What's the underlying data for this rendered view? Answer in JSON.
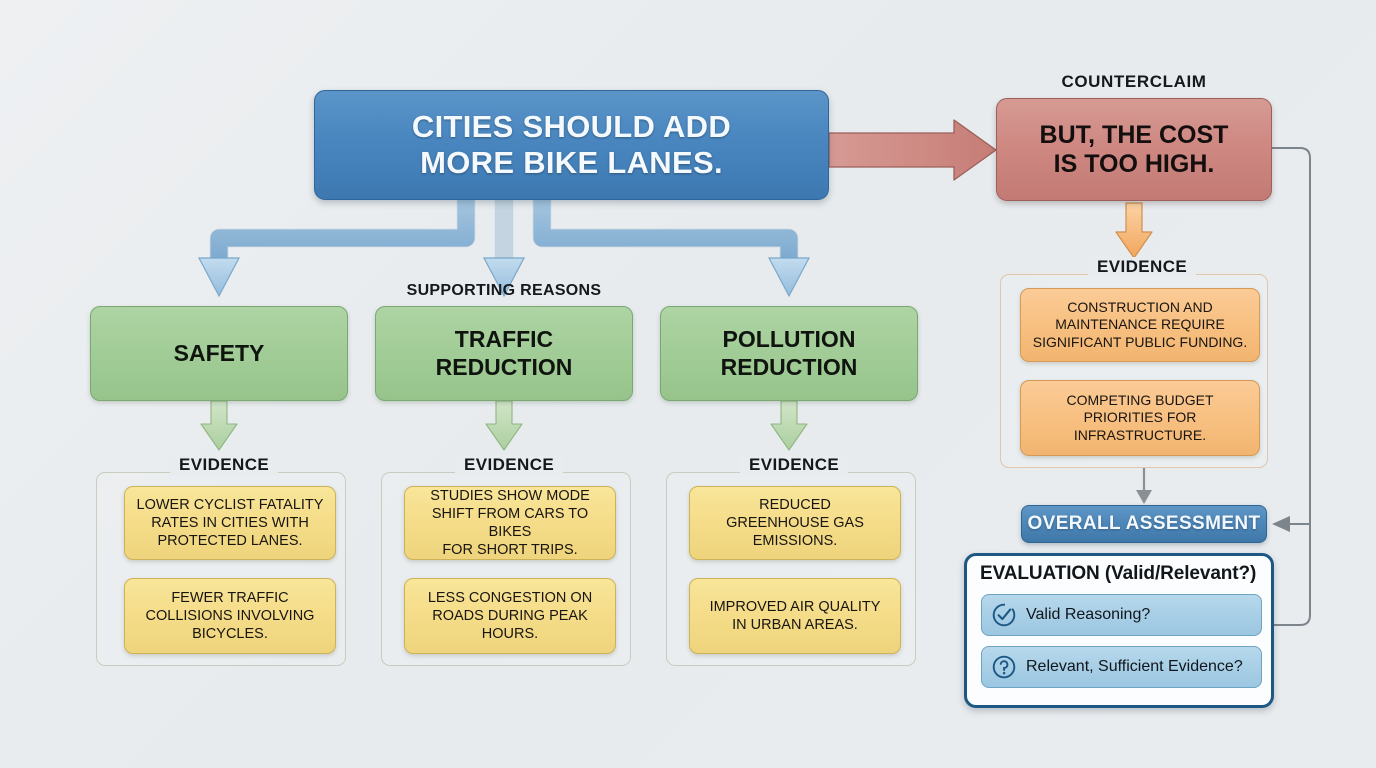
{
  "colors": {
    "background": "#e9ecef",
    "claim_blue": "#4a87c0",
    "counterclaim_red": "#cf8882",
    "reason_green": "#a3cd98",
    "evidence_yellow": "#f5dd8a",
    "counter_evidence_orange": "#f8c183",
    "assessment_blue": "#4d86b8",
    "eval_border": "#1d5784",
    "eval_tile_blue": "#a8cfe6",
    "connector_gray": "#8a8f94",
    "claim_arrow_blue": "#a9cbe4",
    "counter_arrow_red": "#cf8882",
    "counter_evidence_arrow_orange": "#f4ad6a",
    "reason_arrow_green": "#bdd8b2"
  },
  "claim": {
    "text": "CITIES SHOULD ADD\nMORE BIKE LANES."
  },
  "counterclaim": {
    "label": "COUNTERCLAIM",
    "text": "BUT, THE COST\nIS TOO HIGH.",
    "evidence_legend": "EVIDENCE",
    "evidence": [
      "CONSTRUCTION AND\nMAINTENANCE REQUIRE\nSIGNIFICANT PUBLIC FUNDING.",
      "COMPETING BUDGET\nPRIORITIES FOR\nINFRASTRUCTURE."
    ]
  },
  "reasons_label": "SUPPORTING REASONS",
  "reasons": [
    {
      "title": "SAFETY",
      "evidence_legend": "EVIDENCE",
      "evidence": [
        "LOWER CYCLIST FATALITY\nRATES IN CITIES WITH\nPROTECTED LANES.",
        "FEWER TRAFFIC\nCOLLISIONS INVOLVING\nBICYCLES."
      ]
    },
    {
      "title": "TRAFFIC\nREDUCTION",
      "evidence_legend": "EVIDENCE",
      "evidence": [
        "STUDIES SHOW MODE\nSHIFT FROM CARS TO BIKES\nFOR SHORT TRIPS.",
        "LESS CONGESTION ON\nROADS DURING PEAK\nHOURS."
      ]
    },
    {
      "title": "POLLUTION\nREDUCTION",
      "evidence_legend": "EVIDENCE",
      "evidence": [
        "REDUCED\nGREENHOUSE GAS\nEMISSIONS.",
        "IMPROVED AIR QUALITY\nIN URBAN AREAS."
      ]
    }
  ],
  "assessment": {
    "title": "OVERALL ASSESSMENT"
  },
  "evaluation": {
    "title": "EVALUATION (Valid/Relevant?)",
    "items": [
      {
        "icon": "check-circle-icon",
        "label": "Valid Reasoning?"
      },
      {
        "icon": "question-circle-icon",
        "label": "Relevant, Sufficient Evidence?"
      }
    ]
  }
}
